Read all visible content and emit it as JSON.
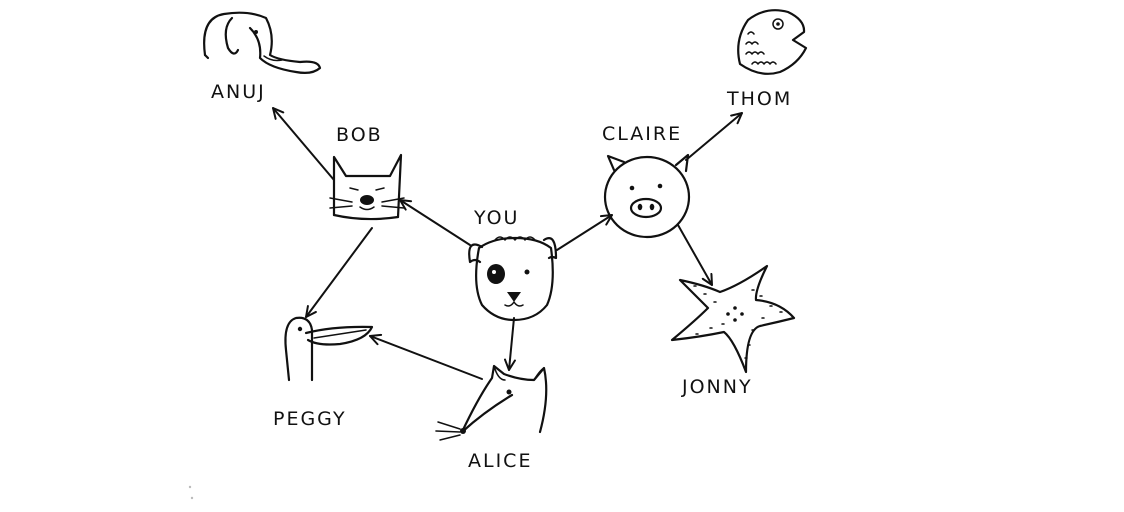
{
  "nodes": [
    {
      "id": "you",
      "label": "YOU",
      "icon": "dog-icon"
    },
    {
      "id": "bob",
      "label": "BOB",
      "icon": "cat-icon"
    },
    {
      "id": "claire",
      "label": "CLAIRE",
      "icon": "pig-icon"
    },
    {
      "id": "alice",
      "label": "ALICE",
      "icon": "rat-icon"
    },
    {
      "id": "anuj",
      "label": "ANUJ",
      "icon": "elephant-icon"
    },
    {
      "id": "peggy",
      "label": "PEGGY",
      "icon": "platypus-icon"
    },
    {
      "id": "thom",
      "label": "THOM",
      "icon": "fish-icon"
    },
    {
      "id": "jonny",
      "label": "JONNY",
      "icon": "starfish-icon"
    }
  ],
  "edges": [
    {
      "from": "you",
      "to": "bob"
    },
    {
      "from": "you",
      "to": "claire"
    },
    {
      "from": "you",
      "to": "alice"
    },
    {
      "from": "bob",
      "to": "anuj"
    },
    {
      "from": "bob",
      "to": "peggy"
    },
    {
      "from": "alice",
      "to": "peggy"
    },
    {
      "from": "claire",
      "to": "thom"
    },
    {
      "from": "claire",
      "to": "jonny"
    }
  ],
  "colors": {
    "ink": "#111111",
    "background": "#ffffff"
  }
}
